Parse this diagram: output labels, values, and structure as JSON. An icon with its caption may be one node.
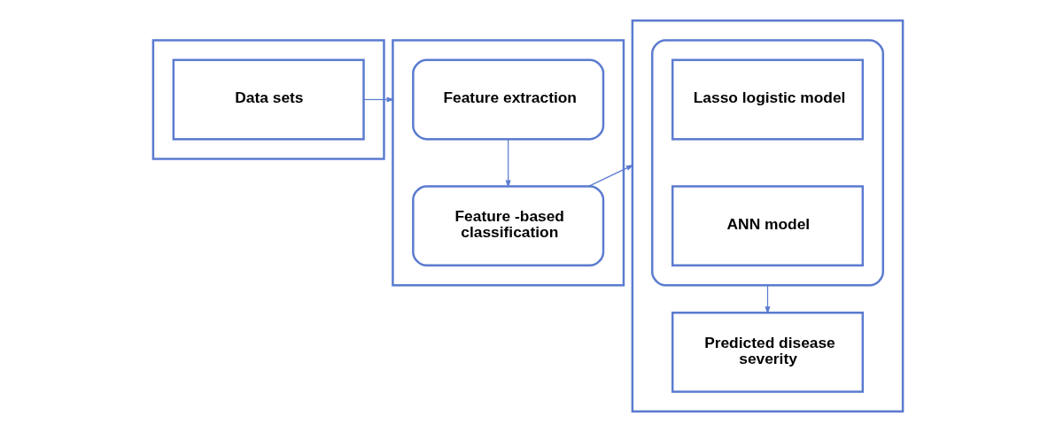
{
  "diagram": {
    "nodes": [
      {
        "text": [],
        "shape": "box"
      },
      {
        "text": [
          "Data sets"
        ],
        "in": 0
      },
      {
        "text": [],
        "shape": "box"
      },
      {
        "text": [
          "Feature extraction"
        ],
        "in": 2
      },
      {
        "text": [
          "Feature -based classification"
        ],
        "in": 2
      },
      {
        "text": [],
        "shape": "box"
      },
      {
        "text": [],
        "shape": "box",
        "in": 5
      },
      {
        "text": [
          "Lasso logistic model"
        ],
        "in": 6
      },
      {
        "text": [
          "ANN model"
        ],
        "in": 6
      },
      {
        "text": [
          "Predicted disease severity"
        ],
        "in": 5
      }
    ],
    "edges": [
      {
        "from": 1,
        "to": 2,
        "arrow": "to"
      },
      {
        "from": 3,
        "to": 4,
        "arrow": "to"
      },
      {
        "from": 4,
        "to": 5,
        "arrow": "to"
      },
      {
        "from": 6,
        "to": 9,
        "arrow": "to"
      }
    ]
  }
}
